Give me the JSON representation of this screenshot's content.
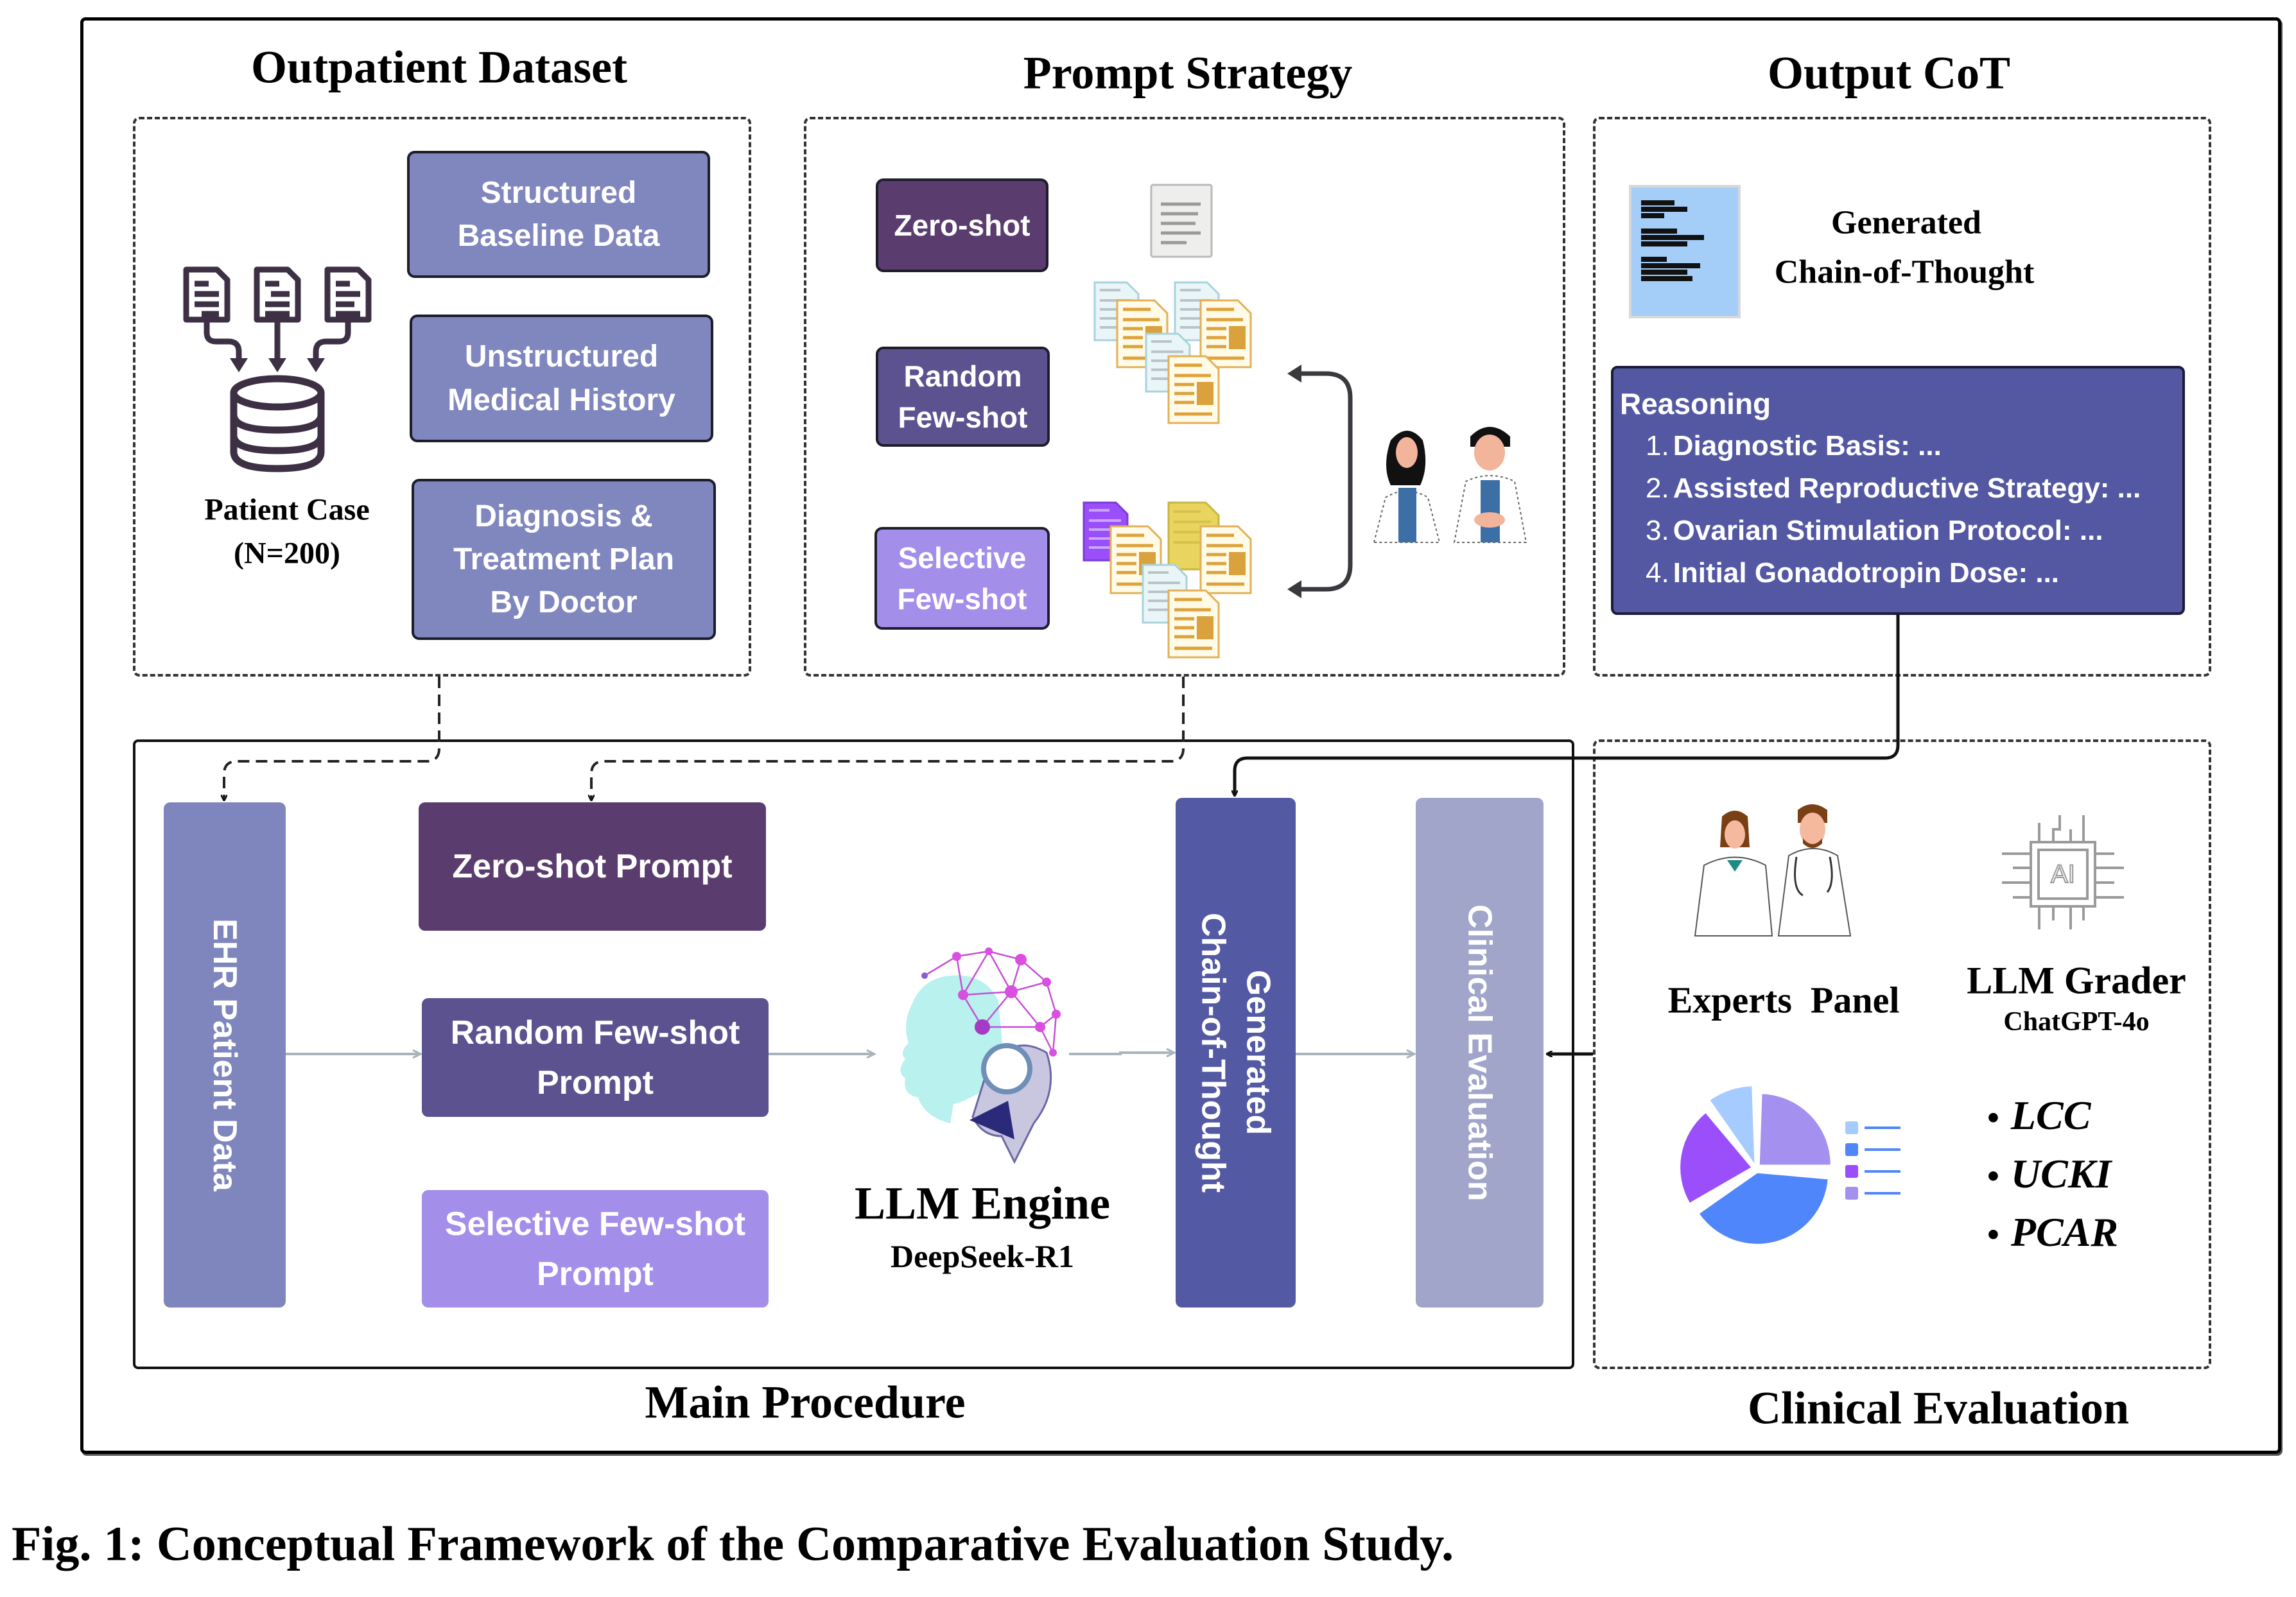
{
  "figure": {
    "caption": "Fig. 1: Conceptual Framework of the Comparative Evaluation Study."
  },
  "sections": {
    "outpatient_dataset": {
      "title": "Outpatient Dataset",
      "cards": [
        {
          "line1": "Structured",
          "line2": "Baseline Data"
        },
        {
          "line1": "Unstructured",
          "line2": "Medical History"
        },
        {
          "line1": "Diagnosis &",
          "line2": "Treatment Plan",
          "line3": "By Doctor"
        }
      ],
      "patient_case_label": "Patient Case",
      "patient_case_count": "(N=200)",
      "icons": {
        "documents": "document-icon",
        "database": "database-icon"
      }
    },
    "prompt_strategy": {
      "title": "Prompt Strategy",
      "strategies": [
        {
          "line1": "Zero-shot",
          "color": "#5a3d6e"
        },
        {
          "line1": "Random",
          "line2": "Few-shot",
          "color": "#5c528f"
        },
        {
          "line1": "Selective",
          "line2": "Few-shot",
          "color": "#a38eea"
        }
      ],
      "icons": {
        "single_doc": "document-icon",
        "doc_stack": "document-stack-icon",
        "doctors": "doctors-icon",
        "bracket": "double-arrow-bracket-icon"
      }
    },
    "output_cot": {
      "title": "Output CoT",
      "doc_label_line1": "Generated",
      "doc_label_line2": "Chain-of-Thought",
      "reasoning": {
        "heading": "Reasoning",
        "items": [
          {
            "num": "1.",
            "text": "Diagnostic Basis: ..."
          },
          {
            "num": "2.",
            "text": "Assisted Reproductive Strategy: ..."
          },
          {
            "num": "3.",
            "text": "Ovarian Stimulation Protocol: ..."
          },
          {
            "num": "4.",
            "text": "Initial Gonadotropin Dose: ..."
          }
        ],
        "color": "#5458a3"
      }
    },
    "main_procedure": {
      "title": "Main Procedure",
      "ehr_label": "EHR Patient Data",
      "prompts": [
        {
          "line1": "Zero-shot Prompt",
          "color": "#5a3d6e"
        },
        {
          "line1": "Random Few-shot",
          "line2": "Prompt",
          "color": "#5c528f"
        },
        {
          "line1": "Selective Few-shot",
          "line2": "Prompt",
          "color": "#a38eea"
        }
      ],
      "engine_title": "LLM Engine",
      "engine_model": "DeepSeek-R1",
      "generated_cot_line1": "Generated",
      "generated_cot_line2": "Chain-of-Thought",
      "clinical_eval_label": "Clinical Evaluation",
      "colors": {
        "ehr": "#7f86bd",
        "generated_cot": "#5359a3",
        "clinical_eval": "#a0a5c9"
      }
    },
    "clinical_evaluation": {
      "title": "Clinical Evaluation",
      "experts_label": "Experts  Panel",
      "grader_title": "LLM Grader",
      "grader_model": "ChatGPT-4o",
      "metrics": [
        "LCC",
        "UCKI",
        "PCAR"
      ],
      "bullet": "•",
      "pie_colors": [
        "#a6cbff",
        "#4f86fb",
        "#9b4ffb",
        "#a490ee"
      ]
    }
  }
}
